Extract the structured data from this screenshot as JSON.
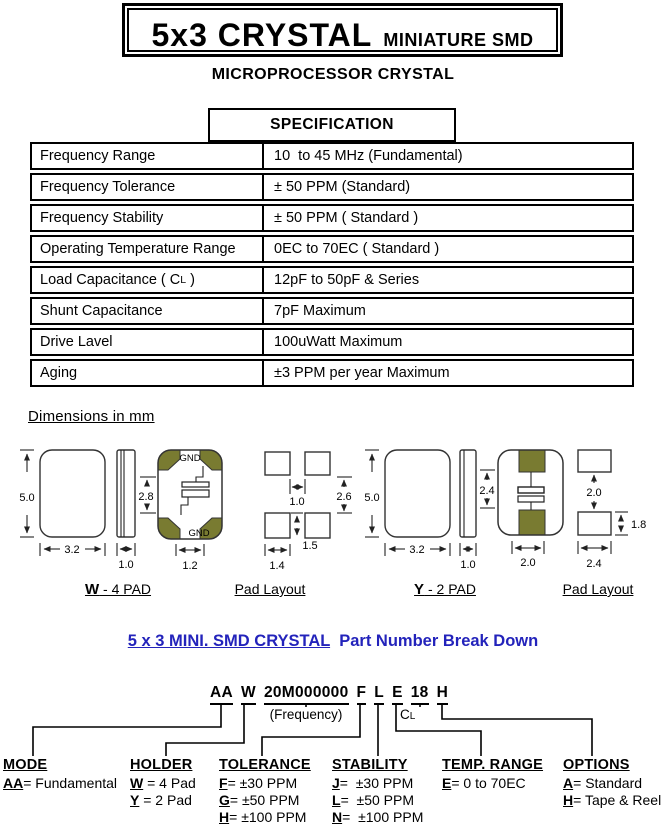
{
  "colors": {
    "pad_olive": "#797b31",
    "heading_blue": "#2323bb"
  },
  "title": {
    "main": "5x3 CRYSTAL",
    "suffix": "MINIATURE SMD"
  },
  "subtitle": "MICROPROCESSOR CRYSTAL",
  "spec": {
    "header": "SPECIFICATION",
    "rows": [
      {
        "label": "Frequency Range",
        "value": "10  to 45 MHz (Fundamental)"
      },
      {
        "label": "Frequency Tolerance",
        "value": "± 50 PPM (Standard)"
      },
      {
        "label": "Frequency Stability",
        "value": "± 50 PPM ( Standard )"
      },
      {
        "label": "Operating Temperature Range",
        "value": "0EC to 70EC ( Standard )"
      },
      {
        "label_pre": "Load Capacitance ( C",
        "label_sub": "L",
        "label_post": " )",
        "value": "12pF to 50pF & Series"
      },
      {
        "label": "Shunt Capacitance",
        "value": "7pF Maximum"
      },
      {
        "label": "Drive Lavel",
        "value": "100uWatt Maximum"
      },
      {
        "label": "Aging",
        "value": "±3 PPM per year Maximum"
      }
    ]
  },
  "dimensions": {
    "heading": "Dimensions in mm",
    "w_package": {
      "height": "5.0",
      "width": "3.2",
      "thickness": "1.0"
    },
    "w_pad_view": {
      "gnd_top": "GND",
      "gnd_bottom": "GND",
      "pad_span": "2.8",
      "pad_width": "1.2"
    },
    "w_pad_layout": {
      "pad_gap": "1.0",
      "vertical_span": "2.6",
      "pad_height": "1.5",
      "pad_width": "1.4"
    },
    "y_package": {
      "height": "5.0",
      "width": "3.2",
      "thickness": "1.0"
    },
    "y_pad_view": {
      "pad_span": "2.4",
      "pad_width": "2.0"
    },
    "y_pad_layout": {
      "pad_gap": "2.0",
      "pad_height": "1.8",
      "pad_width": "2.4"
    },
    "captions": [
      {
        "code": "W",
        "rest": " - 4 PAD"
      },
      {
        "code": "",
        "rest": "Pad Layout"
      },
      {
        "code": "Y",
        "rest": " - 2 PAD"
      },
      {
        "code": "",
        "rest": "Pad Layout"
      }
    ]
  },
  "breakdown": {
    "heading_underlined": "5 x 3 MINI. SMD CRYSTAL",
    "heading_rest": "  Part Number Break Down",
    "segments": [
      "AA",
      "W",
      "20M000000",
      "F",
      "L",
      "E",
      "18",
      "H"
    ],
    "frequency_label": "(Frequency)",
    "cl_pre": "C",
    "cl_sub": "L"
  },
  "legend": {
    "columns": [
      {
        "title": "MODE",
        "entries": [
          {
            "code": "AA",
            "rest": "= Fundamental"
          }
        ]
      },
      {
        "title": "HOLDER",
        "entries": [
          {
            "code": "W",
            "rest": " = 4 Pad"
          },
          {
            "code": "Y",
            "rest": " = 2 Pad"
          }
        ]
      },
      {
        "title": "TOLERANCE",
        "entries": [
          {
            "code": "F",
            "rest": "= ±30 PPM"
          },
          {
            "code": "G",
            "rest": "= ±50 PPM"
          },
          {
            "code": "H",
            "rest": "= ±100 PPM"
          }
        ]
      },
      {
        "title": "STABILITY",
        "entries": [
          {
            "code": "J",
            "rest": "=  ±30 PPM"
          },
          {
            "code": "L",
            "rest": "=  ±50 PPM"
          },
          {
            "code": "N",
            "rest": "=  ±100 PPM"
          }
        ]
      },
      {
        "title": "TEMP. RANGE",
        "entries": [
          {
            "code": "E",
            "rest": "= 0 to 70EC"
          }
        ]
      },
      {
        "title": "OPTIONS",
        "entries": [
          {
            "code": "A",
            "rest": "= Standard"
          },
          {
            "code": "H",
            "rest": "= Tape & Reel"
          }
        ]
      }
    ]
  }
}
